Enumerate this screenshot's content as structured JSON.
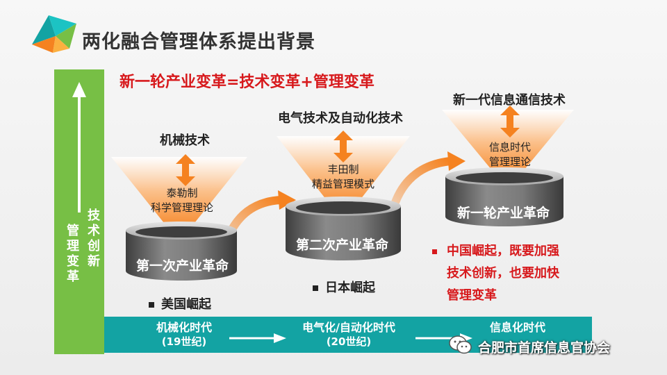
{
  "title": "两化融合管理体系提出背景",
  "subtitle": "新一轮产业变革=技术变革+管理变革",
  "axis": {
    "vertical_outer": "管理变革",
    "vertical_inner": "技术创新"
  },
  "eras": [
    {
      "name": "机械化时代",
      "period": "(19世纪)"
    },
    {
      "name": "电气化/自动化时代",
      "period": "(20世纪)"
    },
    {
      "name": "信息化时代",
      "period": ""
    }
  ],
  "stages": [
    {
      "tech": "机械技术",
      "mgmt_line1": "泰勒制",
      "mgmt_line2": "科学管理理论",
      "revolution": "第一次产业革命",
      "note": "美国崛起"
    },
    {
      "tech": "电气技术及自动化技术",
      "mgmt_line1": "丰田制",
      "mgmt_line2": "精益管理模式",
      "revolution": "第二次产业革命",
      "note": "日本崛起"
    },
    {
      "tech": "新一代信息通信技术",
      "mgmt_line1": "信息时代",
      "mgmt_line2": "管理理论",
      "revolution": "新一轮产业革命",
      "note": ""
    }
  ],
  "china_note": {
    "line1": "中国崛起，既要加强",
    "line2": "技术创新，也要加快",
    "line3": "管理变革"
  },
  "watermark": "合肥市首席信息官协会",
  "colors": {
    "accent_red": "#d7191c",
    "green_bar": "#77bf45",
    "teal_bar": "#13a3a3",
    "funnel_orange": "#f58220",
    "cylinder_gray": "#6b6b6b"
  }
}
